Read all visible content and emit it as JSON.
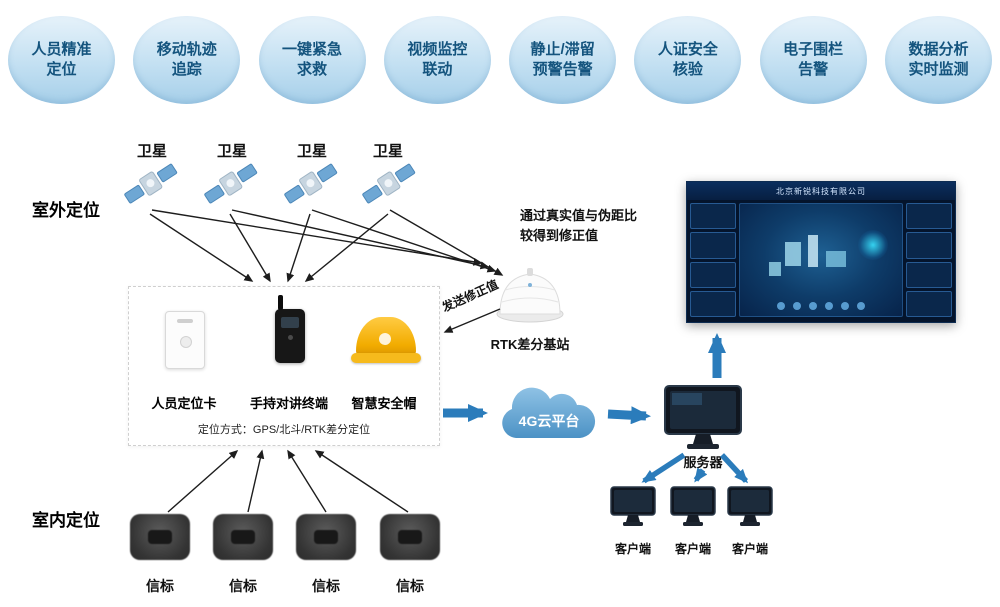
{
  "colors": {
    "accent_blue": "#2b7cbb",
    "badge_text": "#14547e",
    "cloud_blue": "#5b9fce"
  },
  "badges": [
    {
      "label": "人员精准\n定位"
    },
    {
      "label": "移动轨迹\n追踪"
    },
    {
      "label": "一键紧急\n求救"
    },
    {
      "label": "视频监控\n联动"
    },
    {
      "label": "静止/滞留\n预警告警"
    },
    {
      "label": "人证安全\n核验"
    },
    {
      "label": "电子围栏\n告警"
    },
    {
      "label": "数据分析\n实时监测"
    }
  ],
  "sections": {
    "outdoor_label": "室外定位",
    "indoor_label": "室内定位"
  },
  "satellites": [
    {
      "label": "卫星"
    },
    {
      "label": "卫星"
    },
    {
      "label": "卫星"
    },
    {
      "label": "卫星"
    }
  ],
  "device_box": {
    "devices": [
      {
        "label": "人员定位卡"
      },
      {
        "label": "手持对讲终端"
      },
      {
        "label": "智慧安全帽"
      }
    ],
    "caption": "定位方式：GPS/北斗/RTK差分定位"
  },
  "rtk": {
    "label": "RTK差分基站",
    "note": "通过真实值与伪距比\n较得到修正值",
    "arrow_label": "发送修正值"
  },
  "cloud": {
    "label": "4G云平台"
  },
  "server": {
    "label": "服务器"
  },
  "dashboard": {
    "title": "北京新锐科技有限公司"
  },
  "clients": [
    {
      "label": "客户端"
    },
    {
      "label": "客户端"
    },
    {
      "label": "客户端"
    }
  ],
  "beacons": [
    {
      "label": "信标"
    },
    {
      "label": "信标"
    },
    {
      "label": "信标"
    },
    {
      "label": "信标"
    }
  ]
}
